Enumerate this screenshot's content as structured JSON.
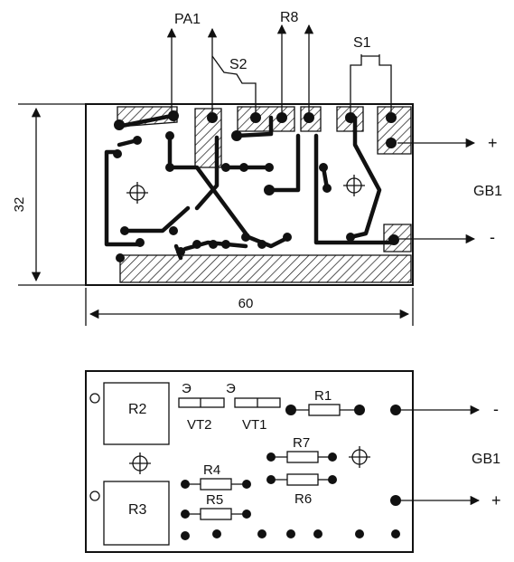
{
  "top_view": {
    "labels": {
      "pa1": "PA1",
      "r8": "R8",
      "s2": "S2",
      "s1": "S1",
      "plus": "+",
      "minus": "-",
      "gb1": "GB1",
      "height_dim": "32",
      "width_dim": "60"
    }
  },
  "bottom_view": {
    "labels": {
      "r2": "R2",
      "r3": "R3",
      "vt2": "VT2",
      "vt1": "VT1",
      "emitter_1": "Э",
      "emitter_2": "Э",
      "r1": "R1",
      "r7": "R7",
      "r4": "R4",
      "r6": "R6",
      "r5": "R5",
      "minus": "-",
      "plus": "+",
      "gb1": "GB1"
    }
  }
}
